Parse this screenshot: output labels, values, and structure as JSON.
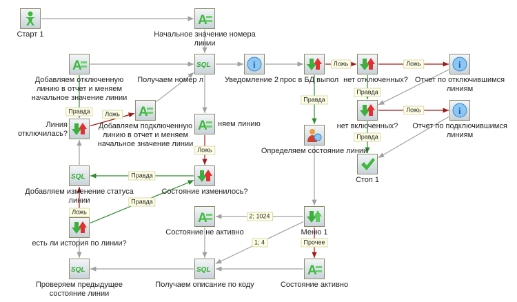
{
  "colors": {
    "default_edge": "#a0a0a0",
    "true_edge": "#2e8b2e",
    "false_edge": "#a01818"
  },
  "nodes": [
    {
      "id": "start",
      "label": "Старт 1",
      "icon": "start-person-icon"
    },
    {
      "id": "init",
      "label": "Начальное значение номера линии",
      "icon": "assign-icon"
    },
    {
      "id": "getnum",
      "label": "Получаем номер л",
      "icon": "sql-icon"
    },
    {
      "id": "notify",
      "label": "Уведомление 2",
      "icon": "info-icon"
    },
    {
      "id": "query",
      "label": "прос в БД выпол",
      "icon": "condition-icon"
    },
    {
      "id": "nodisc",
      "label": "нет отключенных?",
      "icon": "condition-icon"
    },
    {
      "id": "repdisc",
      "label": "Отчет по отключившимся линиям",
      "icon": "info-icon"
    },
    {
      "id": "noconn",
      "label": "нет включенных?",
      "icon": "condition-icon"
    },
    {
      "id": "repconn",
      "label": "Отчет по подключившимся линиям",
      "icon": "info-icon"
    },
    {
      "id": "stop",
      "label": "Стоп 1",
      "icon": "check-icon"
    },
    {
      "id": "determine",
      "label": "Определяем состояние линии",
      "icon": "user-script-icon"
    },
    {
      "id": "menu",
      "label": "Меню 1",
      "icon": "menu-icon"
    },
    {
      "id": "active",
      "label": "Состояние активно",
      "icon": "assign-icon"
    },
    {
      "id": "getdesc",
      "label": "Получаем описание по коду",
      "icon": "sql-icon"
    },
    {
      "id": "inactive",
      "label": "Состояние не активно",
      "icon": "assign-icon"
    },
    {
      "id": "checkprev",
      "label": "Проверяем предыдущее состояние линии",
      "icon": "sql-icon"
    },
    {
      "id": "history",
      "label": "есть ли история по линии?",
      "icon": "condition-icon"
    },
    {
      "id": "addchange",
      "label": "Добавляем изменение статуса линии",
      "icon": "sql-icon"
    },
    {
      "id": "changed",
      "label": "Состояние изменилось?",
      "icon": "condition-icon"
    },
    {
      "id": "modify",
      "label": "няем линию",
      "icon": "assign-icon"
    },
    {
      "id": "disc",
      "label": "Линия отключилась?",
      "icon": "condition-icon"
    },
    {
      "id": "adddisc",
      "label": "Добавляем отключенную линию в отчет и меняем начальное значение линии",
      "icon": "assign-icon"
    },
    {
      "id": "addconn",
      "label": "Добавляем подключенную линию в отчет и меняем начальное значение линии",
      "icon": "assign-icon"
    }
  ],
  "edges": [
    {
      "from": "start",
      "to": "init",
      "label": "",
      "kind": "default"
    },
    {
      "from": "init",
      "to": "getnum",
      "label": "",
      "kind": "default"
    },
    {
      "from": "getnum",
      "to": "notify",
      "label": "",
      "kind": "default"
    },
    {
      "from": "notify",
      "to": "query",
      "label": "",
      "kind": "default"
    },
    {
      "from": "query",
      "to": "nodisc",
      "label": "Ложь",
      "kind": "false"
    },
    {
      "from": "nodisc",
      "to": "repdisc",
      "label": "Ложь",
      "kind": "false"
    },
    {
      "from": "nodisc",
      "to": "noconn",
      "label": "Правда",
      "kind": "true"
    },
    {
      "from": "repdisc",
      "to": "noconn",
      "label": "",
      "kind": "default"
    },
    {
      "from": "noconn",
      "to": "repconn",
      "label": "Ложь",
      "kind": "false"
    },
    {
      "from": "noconn",
      "to": "stop",
      "label": "Правда",
      "kind": "true"
    },
    {
      "from": "repconn",
      "to": "stop",
      "label": "",
      "kind": "default"
    },
    {
      "from": "query",
      "to": "determine",
      "label": "Правда",
      "kind": "true"
    },
    {
      "from": "determine",
      "to": "menu",
      "label": "",
      "kind": "default"
    },
    {
      "from": "menu",
      "to": "inactive",
      "label": "2; 1024",
      "kind": "default"
    },
    {
      "from": "menu",
      "to": "active",
      "label": "Прочее",
      "kind": "false"
    },
    {
      "from": "menu",
      "to": "getdesc",
      "label": "1; 4",
      "kind": "default"
    },
    {
      "from": "active",
      "to": "getdesc",
      "label": "",
      "kind": "default"
    },
    {
      "from": "inactive",
      "to": "getdesc",
      "label": "",
      "kind": "default"
    },
    {
      "from": "getdesc",
      "to": "checkprev",
      "label": "",
      "kind": "default"
    },
    {
      "from": "history",
      "to": "checkprev",
      "label": "",
      "kind": "default"
    },
    {
      "from": "history",
      "to": "changed",
      "label": "Правда",
      "kind": "true"
    },
    {
      "from": "history",
      "to": "addchange",
      "label": "Ложь",
      "kind": "false"
    },
    {
      "from": "changed",
      "to": "addchange",
      "label": "Правда",
      "kind": "true"
    },
    {
      "from": "modify",
      "to": "changed",
      "label": "Ложь",
      "kind": "false"
    },
    {
      "from": "getnum",
      "to": "modify",
      "label": "",
      "kind": "default"
    },
    {
      "from": "addchange",
      "to": "disc",
      "label": "",
      "kind": "default"
    },
    {
      "from": "adddisc",
      "to": "disc",
      "label": "Правда",
      "kind": "true"
    },
    {
      "from": "disc",
      "to": "addconn",
      "label": "Ложь",
      "kind": "false"
    },
    {
      "from": "addconn",
      "to": "getnum",
      "label": "",
      "kind": "default"
    },
    {
      "from": "adddisc",
      "to": "getnum",
      "label": "",
      "kind": "default"
    }
  ]
}
